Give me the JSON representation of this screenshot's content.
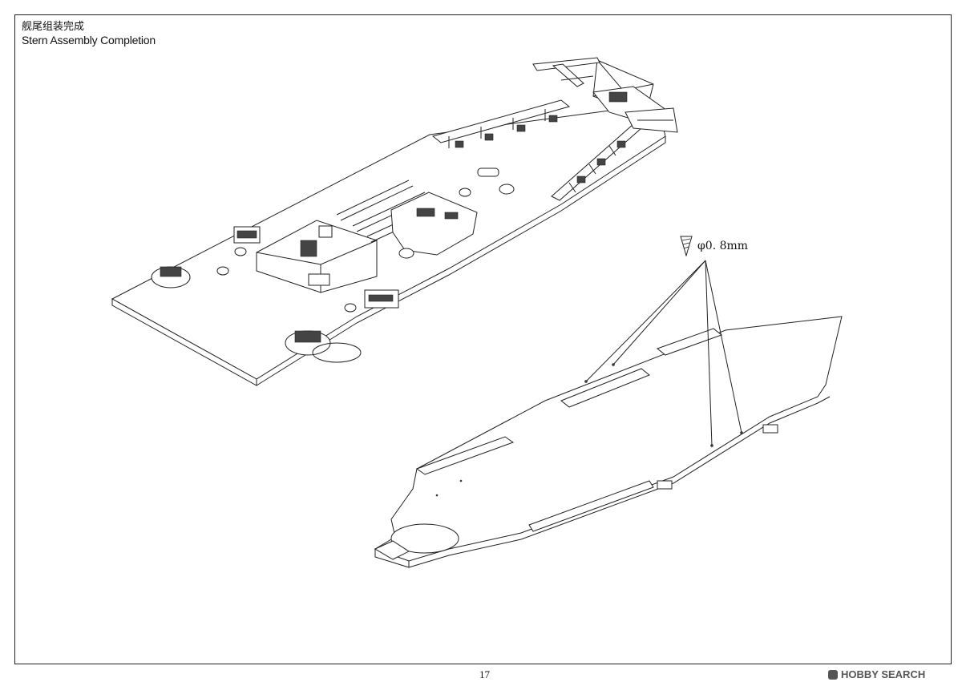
{
  "header": {
    "title_cn": "舰尾组装完成",
    "title_en": "Stern Assembly Completion"
  },
  "callout": {
    "drill_icon": "drill-bit-icon",
    "drill_label": "φ0. 8mm"
  },
  "footer": {
    "page_number": "17",
    "watermark": "HOBBY SEARCH"
  }
}
